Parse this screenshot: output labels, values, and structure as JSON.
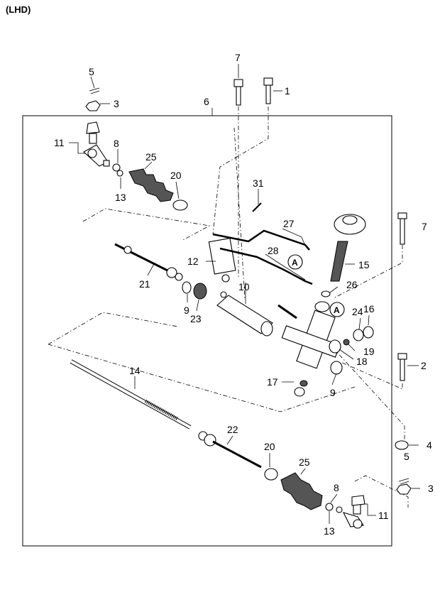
{
  "caption": "(LHD)",
  "callouts": {
    "c1": "1",
    "c2": "2",
    "c3a": "3",
    "c3b": "3",
    "c4": "4",
    "c5a": "5",
    "c5b": "5",
    "c6": "6",
    "c7a": "7",
    "c7b": "7",
    "c8a": "8",
    "c8b": "8",
    "c9a": "9",
    "c9b": "9",
    "c10": "10",
    "c11a": "11",
    "c11b": "11",
    "c12": "12",
    "c13a": "13",
    "c13b": "13",
    "c14": "14",
    "c15": "15",
    "c16": "16",
    "c17": "17",
    "c18": "18",
    "c19": "19",
    "c20a": "20",
    "c20b": "20",
    "c21": "21",
    "c22": "22",
    "c23": "23",
    "c24": "24",
    "c25a": "25",
    "c25b": "25",
    "c26": "26",
    "c27": "27",
    "c28": "28",
    "c31": "31"
  },
  "refs": {
    "a1": "A",
    "a2": "A"
  }
}
